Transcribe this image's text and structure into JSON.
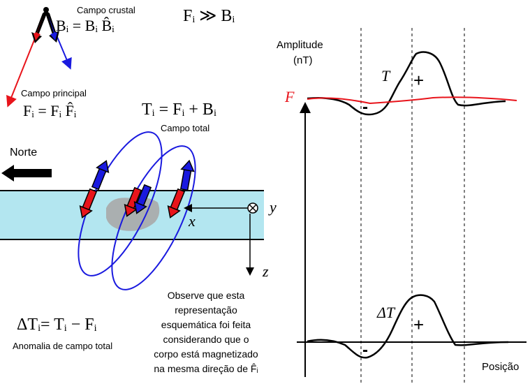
{
  "labels": {
    "crustal_title": "Campo crustal",
    "crustal_eq": "Bᵢ = Bᵢ B̂ᵢ",
    "main_title": "Campo principal",
    "main_eq": "Fᵢ = Fᵢ F̂ᵢ",
    "inequality": "Fᵢ ≫ Bᵢ",
    "total_eq": "Tᵢ = Fᵢ + Bᵢ",
    "total_title": "Campo total",
    "north": "Norte",
    "axis_x": "x",
    "axis_y": "y",
    "axis_z": "z",
    "anomaly_eq": "ΔTᵢ= Tᵢ − Fᵢ",
    "anomaly_title": "Anomalia de campo total",
    "note_lines": [
      "Observe que esta",
      "representação",
      "esquemática foi feita",
      "considerando que o",
      "corpo está magnetizado",
      "na mesma direção de F̂ᵢ"
    ],
    "amplitude": "Amplitude",
    "units": "(nT)",
    "position": "Posição",
    "curve_F": "F",
    "curve_T": "T",
    "curve_dT": "ΔT",
    "plus": "+",
    "minus": "-"
  },
  "colors": {
    "main_field": "#e8141b",
    "crustal_field": "#1a1adf",
    "layer_fill": "#b3e6f0",
    "body_fill": "#a8a8a8",
    "ink": "#000000"
  }
}
